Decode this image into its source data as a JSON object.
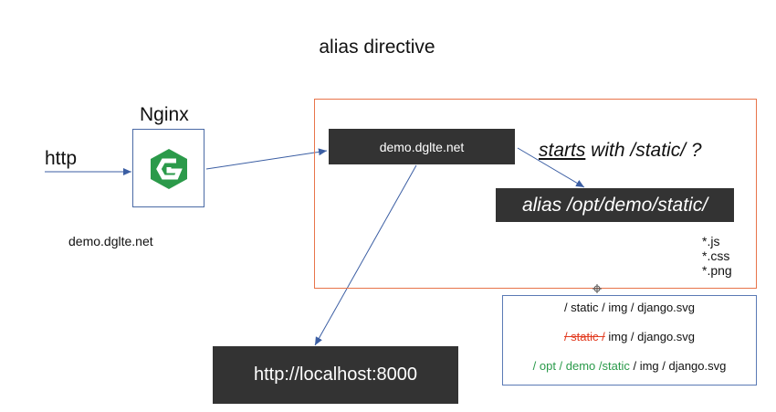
{
  "title": "alias directive",
  "left": {
    "nginx_label": "Nginx",
    "http_label": "http",
    "domain": "demo.dglte.net"
  },
  "box": {
    "server": "demo.dglte.net",
    "question_word": "starts",
    "question_rest": " with /static/ ?",
    "alias": "alias /opt/demo/static/",
    "extensions": [
      "*.js",
      "*.css",
      "*.png"
    ]
  },
  "backend": "http://localhost:8000",
  "paths": {
    "line1": "/ static / img / django.svg",
    "line2_struck": "/ static /",
    "line2_rest": " img / django.svg",
    "line3_green": "/ opt / demo /static",
    "line3_rest": " / img / django.svg"
  },
  "colors": {
    "arrow": "#3b5ea3",
    "frame": "#e8744a",
    "dark_box": "#333333",
    "strike": "#e23a1f",
    "green": "#2a9a4a",
    "nginx_logo": "#2b9a4a"
  },
  "icons": {
    "nginx_logo": "nginx-logo-icon",
    "cursor": "move-cursor-icon"
  }
}
